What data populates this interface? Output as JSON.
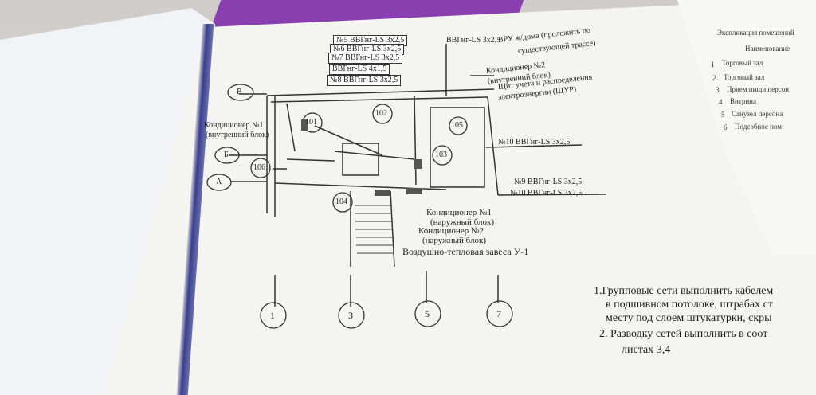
{
  "cables": [
    "№5 ВВГнг-LS 3х2,5",
    "№6 ВВГнг-LS 3х2,5",
    "№7 ВВГнг-LS 3х2,5",
    "ВВГнг-LS 4х1,5",
    "№8 ВВГнг-LS 3х2,5"
  ],
  "cable_top": "ВВГнг-LS 3х2,5",
  "vru": "ВРУ ж/дома (проложить по",
  "vru2": "существующей трассе)",
  "ac1": "Кондиционер №1",
  "ac1_sub": "(внутренний блок)",
  "ac2": "Кондиционер №2",
  "ac2_sub": "(внутренний блок)",
  "shchur": "Щит учета и распределения",
  "shchur2": "электроэнергии (ЩУР)",
  "ac1_out": "Кондиционер №1",
  "ac1_out_sub": "(наружный блок)",
  "ac2_out": "Кондиционер №2",
  "ac2_out_sub": "(наружный блок)",
  "curtain": "Воздушно-тепловая завеса У-1",
  "c10a": "№10 ВВГнг-LS 3х2,5",
  "c9": "№9 ВВГнг-LS 3х2,5",
  "c10b": "№10 ВВГнг-LS 3х2,5",
  "rooms": [
    "101",
    "102",
    "103",
    "104",
    "105",
    "106"
  ],
  "axes_letters": [
    "В",
    "Б",
    "А"
  ],
  "axes_numbers": [
    "1",
    "3",
    "5",
    "7"
  ],
  "note1": "1.Групповые сети выполнить кабелем",
  "note1b": "в подшивном потолоке, штрабах ст",
  "note1c": "месту под слоем штукатурки, скры",
  "note2": "2. Разводку сетей выполнить в соот",
  "note2b": "листах 3,4",
  "table_title": "Экспликация помещений",
  "table_head": "Наименование",
  "table_rows": [
    "Торговый зал",
    "Торговый зал",
    "Прием пищи персон",
    "Витрина",
    "Санузел персона",
    "Подсобное пом"
  ],
  "table_nums": [
    "1",
    "2",
    "3",
    "4",
    "5",
    "6"
  ]
}
